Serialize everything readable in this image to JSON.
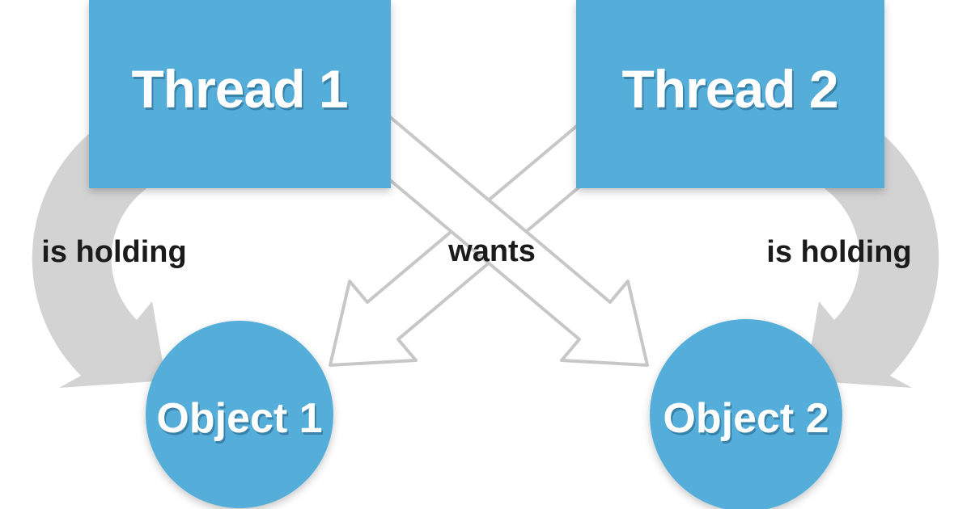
{
  "diagram": {
    "nodes": {
      "thread1": {
        "label": "Thread 1",
        "shape": "rectangle"
      },
      "thread2": {
        "label": "Thread 2",
        "shape": "rectangle"
      },
      "object1": {
        "label": "Object 1",
        "shape": "circle"
      },
      "object2": {
        "label": "Object 2",
        "shape": "circle"
      }
    },
    "relations": {
      "thread1_holds_object1": {
        "label": "is holding"
      },
      "thread2_holds_object2": {
        "label": "is holding"
      },
      "wants": {
        "label": "wants"
      }
    },
    "colors": {
      "node_blue": "#54ADDA",
      "arc_gray": "#D3D3D3",
      "arrow_outline_gray": "#C7C7C7",
      "arrow_fill_white": "#FFFFFF",
      "label_black": "#1B1B1B",
      "node_text_white": "#FFFFFF",
      "background": "#FFFFFF"
    }
  }
}
